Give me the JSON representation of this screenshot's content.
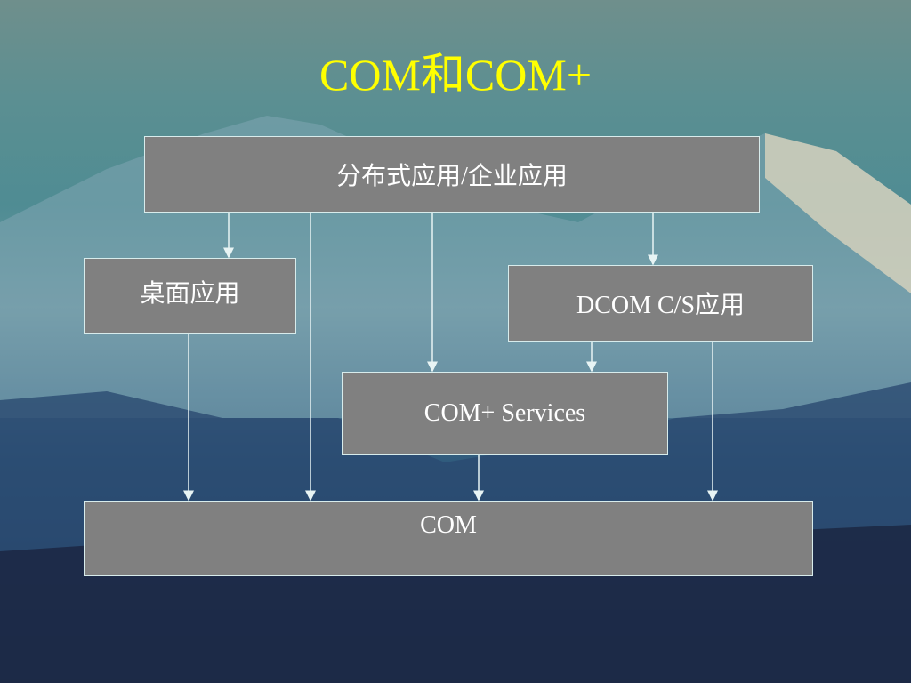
{
  "title": "COM和COM+",
  "boxes": {
    "distributed": "分布式应用/企业应用",
    "desktop": "桌面应用",
    "dcom": "DCOM C/S应用",
    "services": "COM+ Services",
    "com": "COM"
  },
  "colors": {
    "title": "#ffff00",
    "box": "#808080",
    "arrow": "#e8f4f4"
  }
}
